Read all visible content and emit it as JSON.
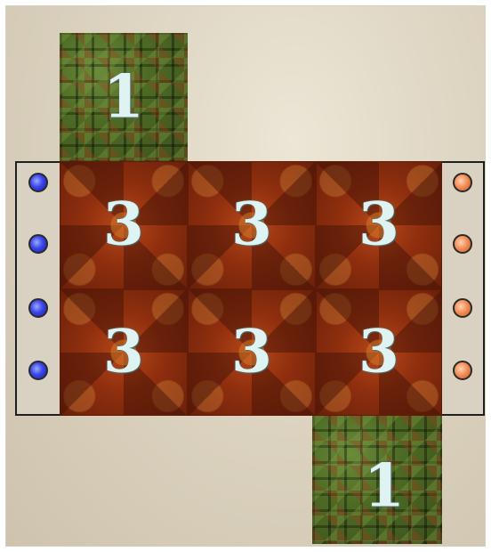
{
  "board": {
    "start_tiles": [
      {
        "id": "start-top-left",
        "label": "1",
        "color": "#4d6a24"
      },
      {
        "id": "start-bottom-right",
        "label": "1",
        "color": "#4d6a24"
      }
    ],
    "field_tiles": [
      {
        "label": "3"
      },
      {
        "label": "3"
      },
      {
        "label": "3"
      },
      {
        "label": "3"
      },
      {
        "label": "3"
      },
      {
        "label": "3"
      }
    ],
    "left_panel": {
      "team": "blue",
      "color": "#3a46e8",
      "pegs": 4
    },
    "right_panel": {
      "team": "orange",
      "color": "#f08a52",
      "pegs": 4
    }
  }
}
